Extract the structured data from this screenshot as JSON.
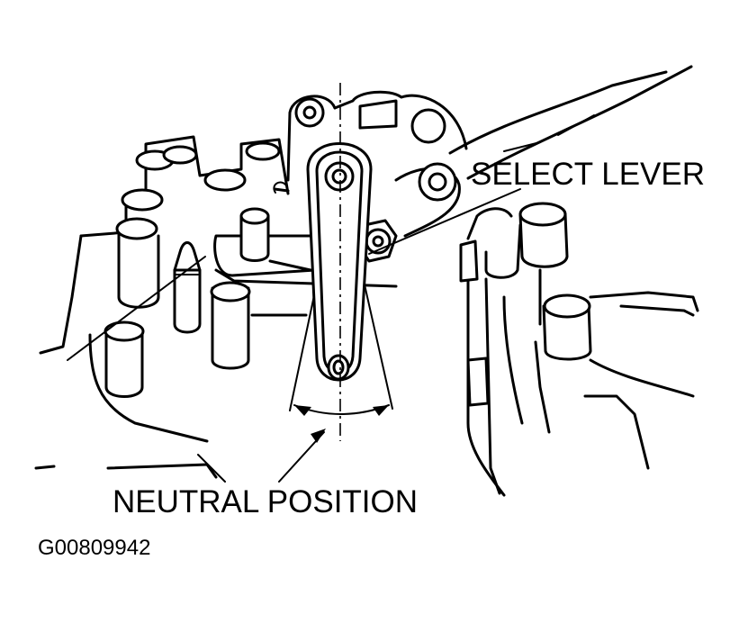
{
  "labels": {
    "select_lever": "SELECT LEVER",
    "neutral_position": "NEUTRAL POSITION"
  },
  "figure_code": "G00809942"
}
